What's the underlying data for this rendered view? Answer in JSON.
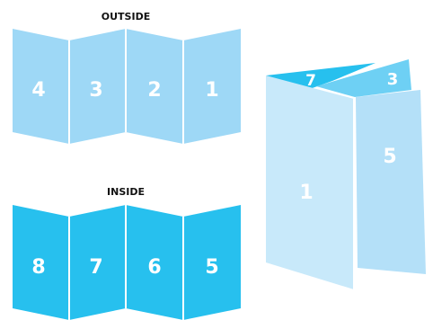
{
  "outside": {
    "title": "OUTSIDE",
    "panels": [
      "4",
      "3",
      "2",
      "1"
    ],
    "color": "#9ed8f6"
  },
  "inside": {
    "title": "INSIDE",
    "panels": [
      "8",
      "7",
      "6",
      "5"
    ],
    "color": "#27c0ee"
  },
  "folded": {
    "front_panel": "1",
    "right_panel": "5",
    "top_left_panel": "7",
    "top_right_panel": "3",
    "front_color": "#c8e9fa",
    "right_color": "#b4e0f8",
    "top_color": "#27c0ee",
    "top_right_color": "#6ed0f4"
  }
}
